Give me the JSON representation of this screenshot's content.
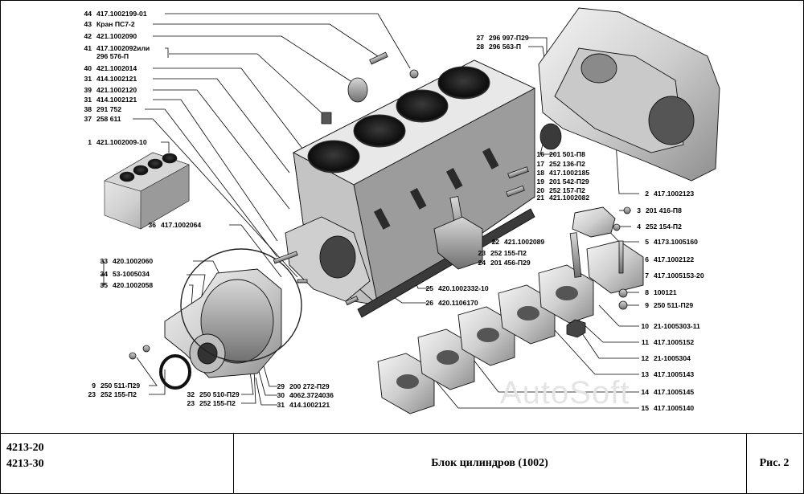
{
  "watermark": "AutoSoft",
  "title_block": {
    "models": [
      "4213-20",
      "4213-30"
    ],
    "title": "Блок цилиндров (1002)",
    "figure": "Рис. 2"
  },
  "labels_left": [
    {
      "num": "44",
      "code": "417.1002199-01"
    },
    {
      "num": "43",
      "code": "Кран ПС7-2"
    },
    {
      "num": "42",
      "code": "421.1002090"
    },
    {
      "num": "41",
      "code": "417.1002092или"
    },
    {
      "num": "",
      "code": "296 576-П"
    },
    {
      "num": "40",
      "code": "421.1002014"
    },
    {
      "num": "31",
      "code": "414.1002121"
    },
    {
      "num": "39",
      "code": "421.1002120"
    },
    {
      "num": "31",
      "code": "414.1002121"
    },
    {
      "num": "38",
      "code": "291 752"
    },
    {
      "num": "37",
      "code": "258 611"
    },
    {
      "num": "1",
      "code": "421.1002009-10"
    },
    {
      "num": "36",
      "code": "417.1002064"
    },
    {
      "num": "33",
      "code": "420.1002060"
    },
    {
      "num": "34",
      "code": "53-1005034"
    },
    {
      "num": "35",
      "code": "420.1002058"
    },
    {
      "num": "9",
      "code": "250 511-П29"
    },
    {
      "num": "23",
      "code": "252 155-П2"
    },
    {
      "num": "32",
      "code": "250 510-П29"
    },
    {
      "num": "23",
      "code": "252 155-П2"
    },
    {
      "num": "29",
      "code": "200 272-П29"
    },
    {
      "num": "30",
      "code": "4062.3724036"
    },
    {
      "num": "31",
      "code": "414.1002121"
    },
    {
      "num": "25",
      "code": "420.1002332-10"
    },
    {
      "num": "26",
      "code": "420.1106170"
    },
    {
      "num": "22",
      "code": "421.1002089"
    },
    {
      "num": "23",
      "code": "252 155-П2"
    },
    {
      "num": "24",
      "code": "201 456-П29"
    }
  ],
  "labels_right": [
    {
      "num": "27",
      "code": "296 997-П29"
    },
    {
      "num": "28",
      "code": "296 563-П"
    },
    {
      "num": "16",
      "code": "201 501-П8"
    },
    {
      "num": "17",
      "code": "252 136-П2"
    },
    {
      "num": "18",
      "code": "417.1002185"
    },
    {
      "num": "19",
      "code": "201 542-П29"
    },
    {
      "num": "20",
      "code": "252 157-П2"
    },
    {
      "num": "21",
      "code": "421.1002082"
    },
    {
      "num": "2",
      "code": "417.1002123"
    },
    {
      "num": "3",
      "code": "201 416-П8"
    },
    {
      "num": "4",
      "code": "252 154-П2"
    },
    {
      "num": "5",
      "code": "4173.1005160"
    },
    {
      "num": "6",
      "code": "417.1002122"
    },
    {
      "num": "7",
      "code": "417.1005153-20"
    },
    {
      "num": "8",
      "code": "100121"
    },
    {
      "num": "9",
      "code": "250 511-П29"
    },
    {
      "num": "10",
      "code": "21-1005303-11"
    },
    {
      "num": "11",
      "code": "417.1005152"
    },
    {
      "num": "12",
      "code": "21-1005304"
    },
    {
      "num": "13",
      "code": "417.1005143"
    },
    {
      "num": "14",
      "code": "417.1005145"
    },
    {
      "num": "15",
      "code": "417.1005140"
    }
  ]
}
